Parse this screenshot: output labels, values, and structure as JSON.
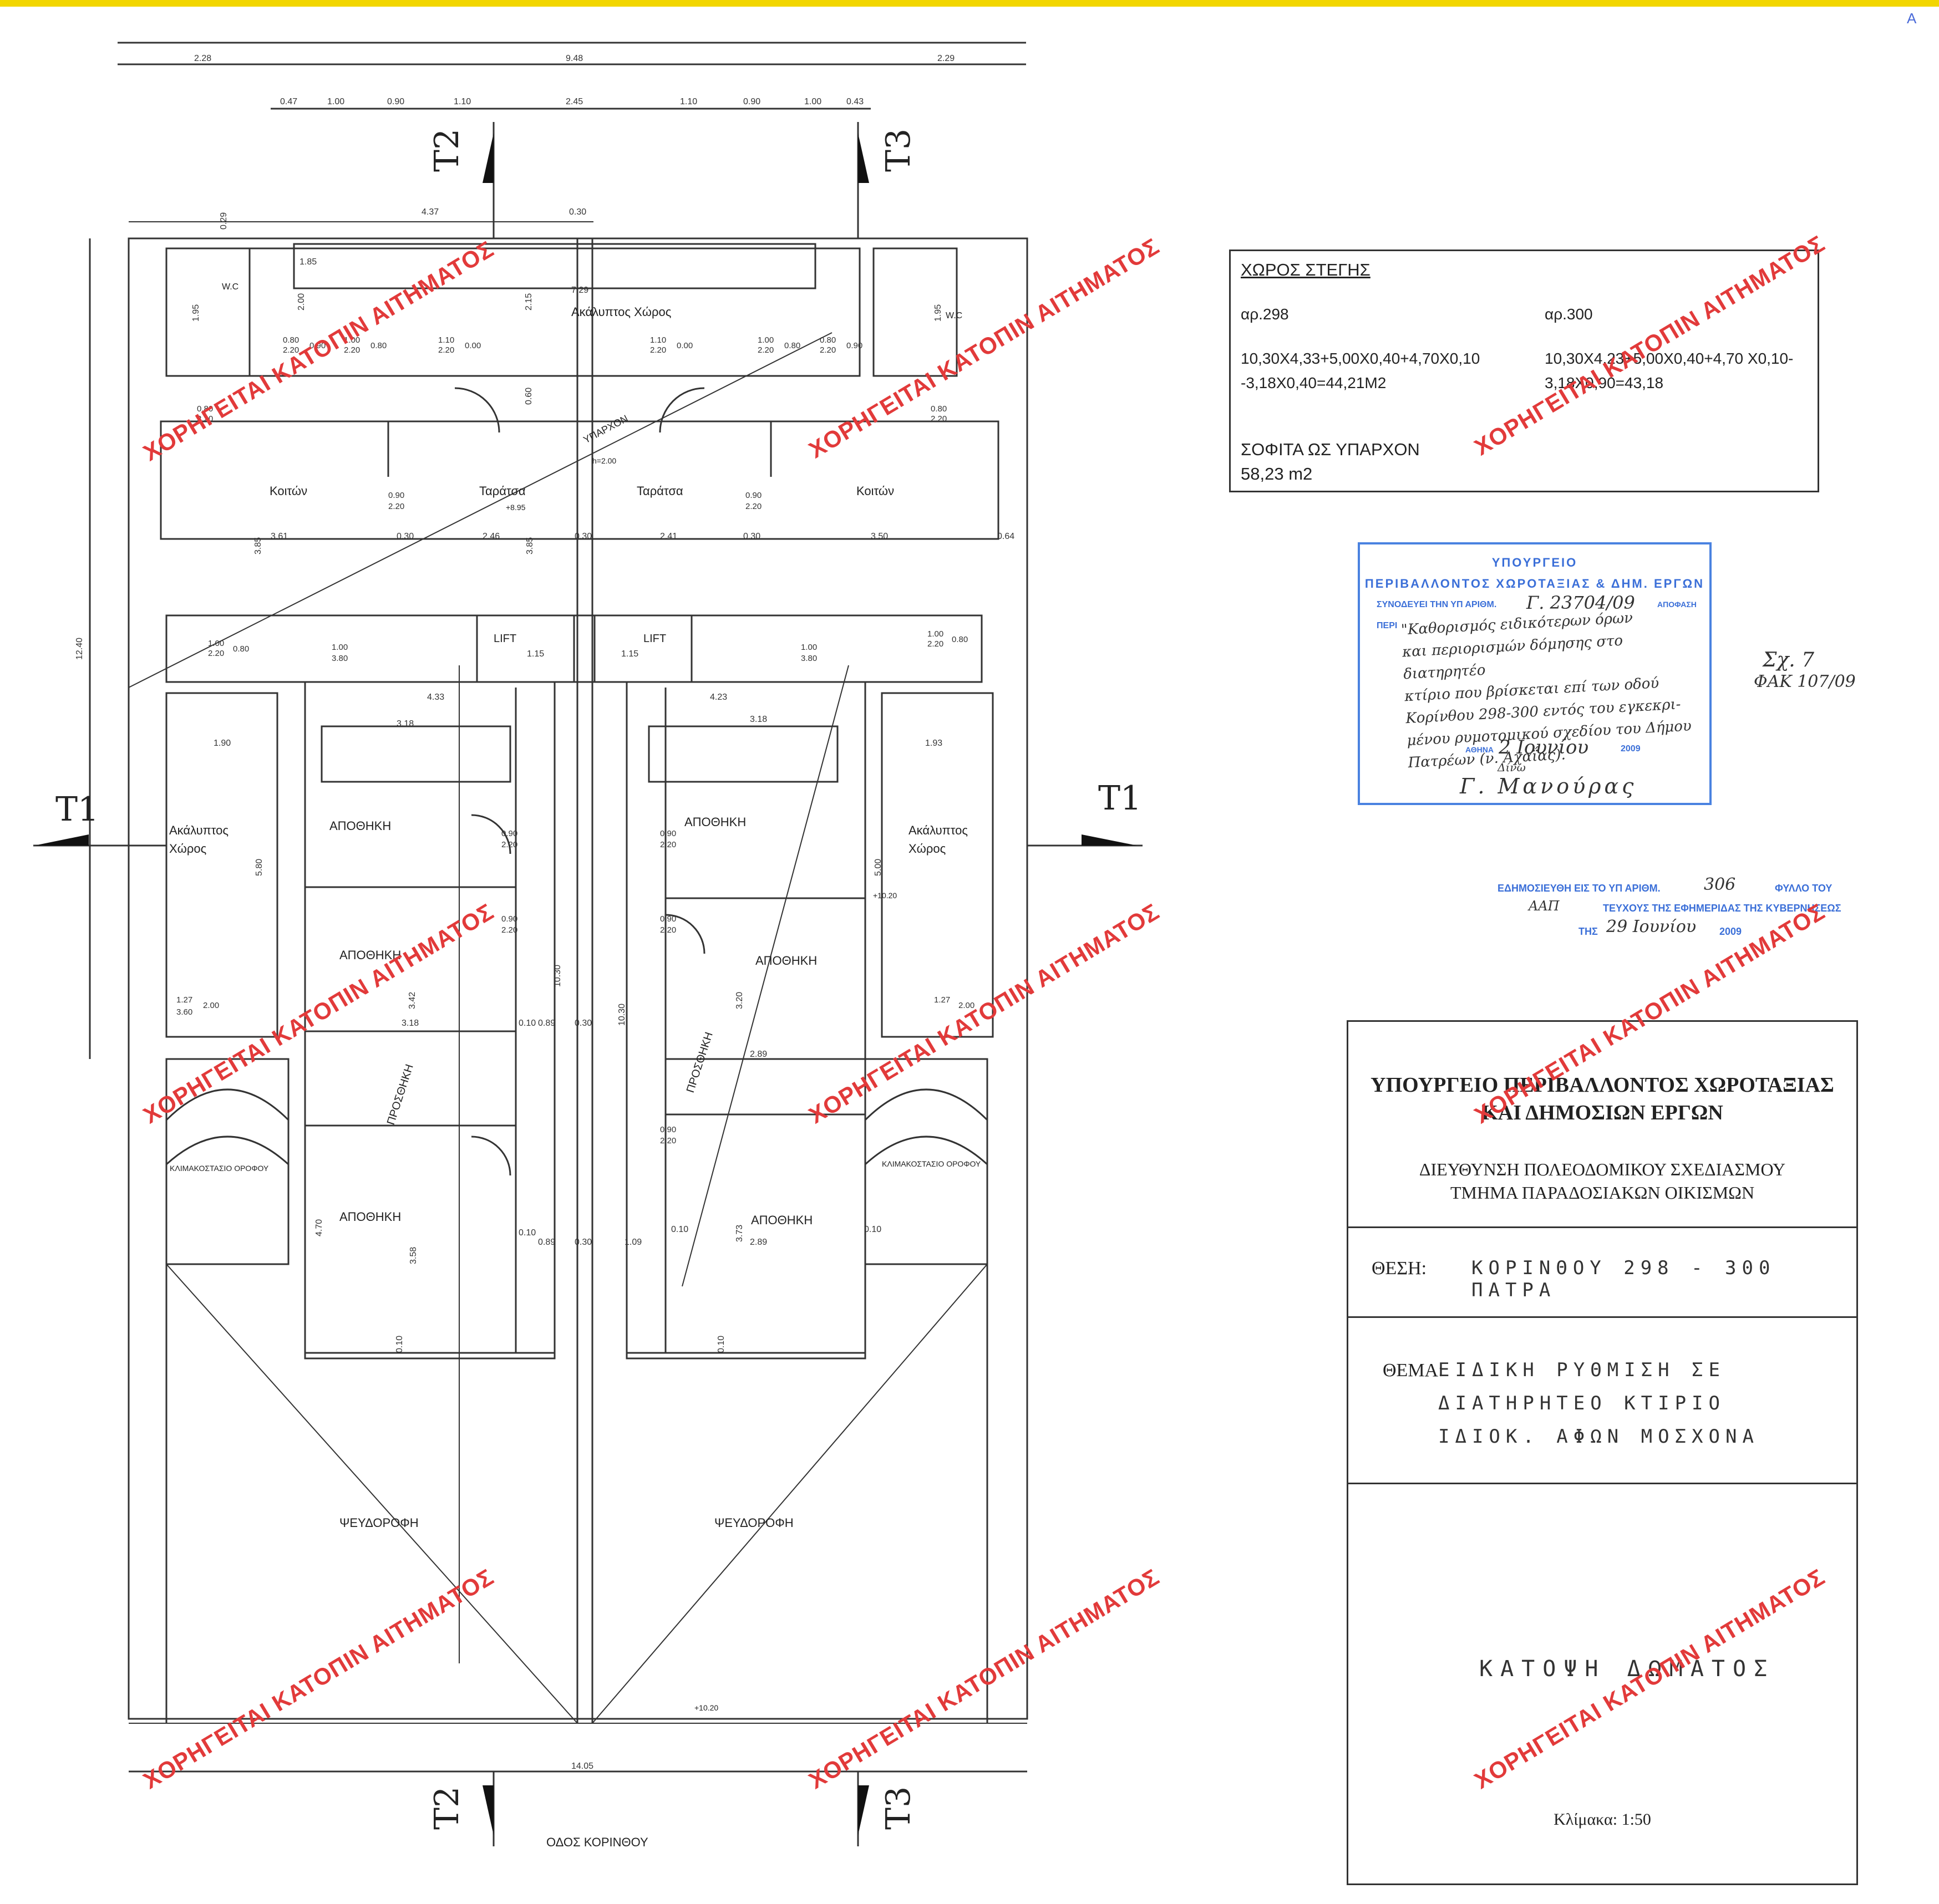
{
  "sheet_mark": "A",
  "top_dimensions": {
    "overall": [
      "2.28",
      "9.48",
      "2.29"
    ],
    "openings": [
      "0.47",
      "1.00",
      "0.90",
      "1.10",
      "2.45",
      "1.10",
      "0.90",
      "1.00",
      "0.43"
    ]
  },
  "sections": {
    "t1": "T1",
    "t2": "T2",
    "t3": "T3"
  },
  "plan": {
    "courtyard_top": "Ακάλυπτος Χώρος",
    "courtyard_left": [
      "Ακάλυπτος",
      "Χώρος"
    ],
    "courtyard_right": [
      "Ακάλυπτος",
      "Χώρος"
    ],
    "wc": "W.C",
    "bedroom": "Κοιτών",
    "terrace": "Ταράτσα",
    "existing": "ΥΠΑΡΧΟΝ",
    "h_label": "h=2.00",
    "level_top": "+8.95",
    "level_mid": "+10.20",
    "level_bottom": "+10.20",
    "lift": "LIFT",
    "storage": "ΑΠΟΘΗΚΗ",
    "addition": "ΠΡΟΣΘΗΚΗ",
    "stair_label": "ΚΛΙΜΑΚΟΣΤΑΣΙΟ ΟΡΟΦΟΥ",
    "false_ceiling": "ΨΕΥΔΟΡΟΦΗ",
    "bottom_dim": "14.05",
    "street": "ΟΔΟΣ ΚΟΡΙΝΘΟΥ",
    "dims": {
      "d437": "4.37",
      "d030": "0.30",
      "d185": "1.85",
      "d729": "7.29",
      "d215": "2.15",
      "d195": "1.95",
      "d200": "2.00",
      "d060": "0.60",
      "d029": "0.29",
      "d361": "3.61",
      "d246": "2.46",
      "d241": "2.41",
      "d350": "3.50",
      "d064": "0.64",
      "d433": "4.33",
      "d423": "4.23",
      "d318": "3.18",
      "d190": "1.90",
      "d193": "1.93",
      "d342": "3.42",
      "d320": "3.20",
      "d289": "2.89",
      "d089": "0.89",
      "d010": "0.10",
      "d470": "4.70",
      "d358": "3.58",
      "d373": "3.73",
      "d109": "1.09",
      "d115": "1.15",
      "d1240": "12.40",
      "d1030": "10.30",
      "d580": "5.80",
      "d500": "5.00",
      "d385": "3.85"
    },
    "openings": {
      "o1": [
        "0.80",
        "2.20"
      ],
      "o2": [
        "0.90",
        "2.20"
      ],
      "o3": [
        "1.00",
        "2.20"
      ],
      "o4": [
        "1.10",
        "2.20"
      ],
      "o5": [
        "1.00",
        "3.80"
      ],
      "o6": [
        "1.27",
        "3.60"
      ],
      "o7": [
        "1.27",
        "2.00"
      ],
      "v090": "0.90",
      "v080": "0.80",
      "v000": "0.00",
      "v200": "2.00"
    }
  },
  "roof_area": {
    "title": "ΧΩΡΟΣ ΣΤΕΓΗΣ",
    "col1_head": "αρ.298",
    "col1_text": "10,30Χ4,33+5,00Χ0,40+4,70Χ0,10 -3,18Χ0,40=44,21Μ2",
    "col2_head": "αρ.300",
    "col2_text": "10,30Χ4,23+5,00Χ0,40+4,70 Χ0,10-3,18Χ0,90=43,18",
    "attic_label": "ΣΟΦΙΤΑ ΩΣ ΥΠΑΡΧΟΝ",
    "attic_value": "58,23 m2"
  },
  "stamp": {
    "line1": "ΥΠΟΥΡΓΕΙΟ",
    "line2": "ΠΕΡΙΒΑΛΛΟΝΤΟΣ ΧΩΡΟΤΑΞΙΑΣ & ΔΗΜ. ΕΡΓΩΝ",
    "line3": "ΣΥΝΟΔΕΥΕΙ ΤΗΝ ΥΠ ΑΡΙΘΜ.",
    "decision_no": "Γ. 23704/09",
    "line_apof": "ΑΠΟΦΑΣΗ",
    "line_peri": "ΠΕΡΙ",
    "handwritten": [
      "\"Καθορισμός ειδικότερων όρων",
      "και περιορισμών δόμησης στο διατηρητέο",
      "κτίριο που βρίσκεται επί των οδού",
      "Κορίνθου 298-300 εντός του εγκεκρι-",
      "μένου ρυμοτομικού σχεδίου του Δήμου",
      "Πατρέων (ν. Αχαΐας)."
    ],
    "city": "ΑΘΗΝΑ",
    "date": "2 Ιουνίου",
    "year": "2009",
    "sign_small": "Δίνω",
    "signature": "Γ. Μανούρας"
  },
  "side_notes": {
    "sx": "Σχ. 7",
    "fak": "ΦΑΚ 107/09"
  },
  "publication": {
    "pre": "ΕΔΗΜΟΣΙΕΥΘΗ ΕΙΣ ΤΟ ΥΠ ΑΡΙΘΜ.",
    "num": "306",
    "leaf": "ΦΥΛΛΟ ΤΟΥ",
    "issue": "ΑΑΠ",
    "mid": "ΤΕΥΧΟΥΣ ΤΗΣ ΕΦΗΜΕΡΙΔΑΣ ΤΗΣ ΚΥΒΕΡΝΗΣΕΩΣ",
    "the": "ΤΗΣ",
    "date": "29 Ιουνίου",
    "year": "2009"
  },
  "title_block": {
    "ministry_1": "ΥΠΟΥΡΓΕΙΟ ΠΕΡΙΒΑΛΛΟΝΤΟΣ ΧΩΡΟΤΑΞΙΑΣ",
    "ministry_2": "ΚΑΙ ΔΗΜΟΣΙΩΝ ΕΡΓΩΝ",
    "dept_1": "ΔΙΕΥΘΥΝΣΗ ΠΟΛΕΟΔΟΜΙΚΟΥ ΣΧΕΔΙΑΣΜΟΥ",
    "dept_2": "ΤΜΗΜΑ ΠΑΡΑΔΟΣΙΑΚΩΝ ΟΙΚΙΣΜΩΝ",
    "location_label": "ΘΕΣΗ:",
    "location_value": "ΚΟΡΙΝΘΟΥ 298 - 300 ΠΑΤΡΑ",
    "subject_label": "ΘΕΜΑ:",
    "subject_1": "ΕΙΔΙΚΗ ΡΥΘΜΙΣΗ ΣΕ",
    "subject_2": "ΔΙΑΤΗΡΗΤΕΟ ΚΤΙΡΙΟ",
    "subject_3": "ΙΔΙΟΚ. ΑΦΩΝ ΜΟΣΧΟΝΑ",
    "drawing_title": "ΚΑΤΟΨΗ ΔΩΜΑΤΟΣ",
    "scale": "Κλίμακα: 1:50"
  },
  "watermark": "ΧΟΡΗΓΕΙΤΑΙ ΚΑΤΟΠΙΝ ΑΙΤΗΜΑΤΟΣ",
  "colors": {
    "watermark": "#e23a3a",
    "stamp": "#3b6fd8",
    "band": "#f2d600",
    "line": "#333333"
  }
}
